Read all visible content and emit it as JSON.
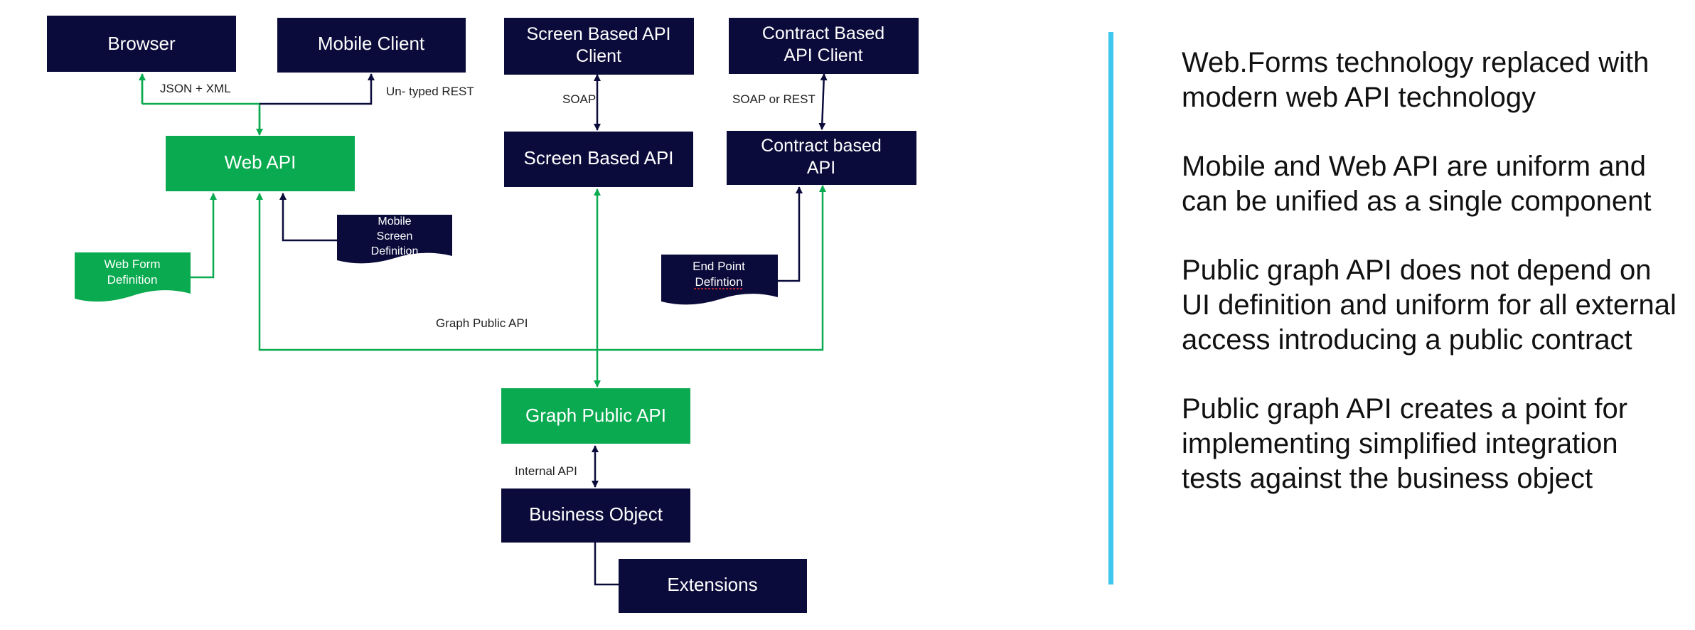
{
  "colors": {
    "navy": "#0b0b3b",
    "green": "#0aaa50",
    "accent_line": "#3ec8f0"
  },
  "nodes": {
    "browser": "Browser",
    "mobile_client": "Mobile Client",
    "screen_client_line1": "Screen Based API",
    "screen_client_line2": "Client",
    "contract_client_line1": "Contract Based",
    "contract_client_line2": "API Client",
    "web_api": "Web API",
    "screen_api": "Screen Based API",
    "contract_api_line1": "Contract based",
    "contract_api_line2": "API",
    "graph_api": "Graph Public API",
    "business_object": "Business Object",
    "extensions": "Extensions"
  },
  "documents": {
    "web_form_line1": "Web Form",
    "web_form_line2": "Definition",
    "mobile_screen_line1": "Mobile",
    "mobile_screen_line2": "Screen",
    "mobile_screen_line3": "Definition",
    "endpoint_line1": "End Point",
    "endpoint_line2": "Defintion"
  },
  "edge_labels": {
    "json_xml": "JSON + XML",
    "untyped_rest": "Un- typed REST",
    "soap": "SOAP",
    "soap_or_rest": "SOAP or REST",
    "graph_public_api": "Graph Public API",
    "internal_api": "Internal API"
  },
  "bullets": [
    "Web.Forms technology replaced with modern web API technology",
    "Mobile and Web API are uniform and can be unified as a single component",
    "Public graph API does not depend on UI definition and uniform for all external access introducing a public contract",
    "Public graph API creates a point for implementing simplified integration tests against the business object"
  ]
}
